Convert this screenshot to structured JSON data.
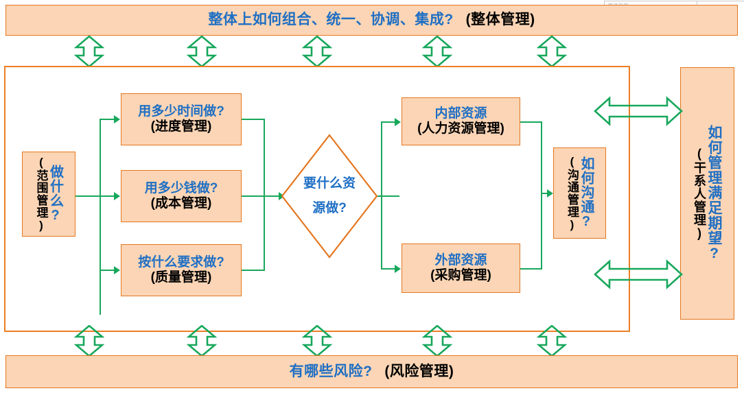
{
  "diagram": {
    "title_top": {
      "question": "整体上如何组合、统一、协调、集成?",
      "area": "(整体管理)"
    },
    "title_bottom": {
      "question": "有哪些风险?",
      "area": "(风险管理)"
    },
    "scope": {
      "question": "做什么?",
      "area": "(范围管理)"
    },
    "constraints": [
      {
        "question": "用多少时间做?",
        "area": "(进度管理)"
      },
      {
        "question": "用多少钱做?",
        "area": "(成本管理)"
      },
      {
        "question": "按什么要求做?",
        "area": "(质量管理)"
      }
    ],
    "decision": {
      "line1": "要什么资",
      "line2": "源做?"
    },
    "resources": [
      {
        "question": "内部资源",
        "area": "(人力资源管理)"
      },
      {
        "question": "外部资源",
        "area": "(采购管理)"
      }
    ],
    "communication": {
      "question": "如何沟通?",
      "area": "(沟通管理)"
    },
    "stakeholder": {
      "question": "如何管理满足期望?",
      "area": "(干系人管理)"
    },
    "artifact": {
      "label": "整体管理"
    },
    "colors": {
      "box_fill": "#fbd5b5",
      "box_border": "#e4761f",
      "container_border": "#ed7d23",
      "connector": "#17a75b",
      "question_text": "#1f6fc4",
      "area_text": "#000000"
    }
  }
}
